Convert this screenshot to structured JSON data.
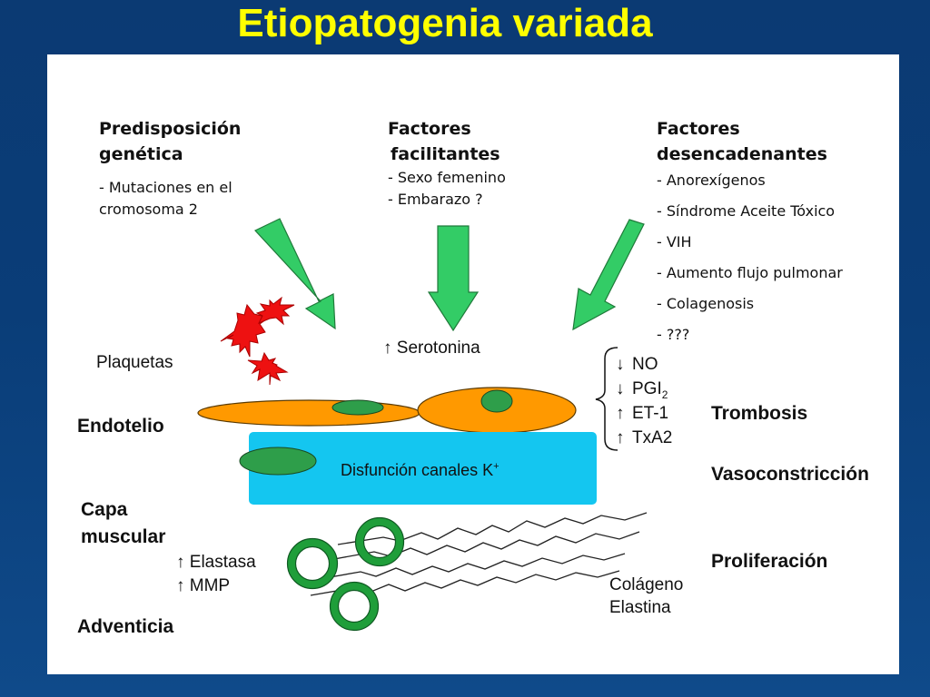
{
  "title": "Etiopatogenia variada",
  "columns": [
    {
      "heading_lines": [
        "Predisposición",
        "genética"
      ],
      "items": [
        "- Mutaciones en el",
        "cromosoma 2"
      ]
    },
    {
      "heading_lines": [
        "Factores",
        "facilitantes"
      ],
      "items": [
        "- Sexo femenino",
        "- Embarazo ?"
      ]
    },
    {
      "heading_lines": [
        "Factores",
        "desencadenantes"
      ],
      "items": [
        "- Anorexígenos",
        "- Síndrome Aceite Tóxico",
        "- VIH",
        "- Aumento flujo pulmonar",
        "- Colagenosis",
        "- ???"
      ]
    }
  ],
  "labels": {
    "plaquetas": "Plaquetas",
    "serotonina": "Serotonina",
    "endotelio": "Endotelio",
    "canales": "Disfunción canales K",
    "canales_sup": "+",
    "capa_line1": "Capa",
    "capa_line2": "muscular",
    "elastasa": "Elastasa",
    "mmp": "MMP",
    "colageno": "Colágeno",
    "elastina": "Elastina",
    "adventicia": "Adventicia"
  },
  "mediators": [
    {
      "arrow": "↓",
      "name": "NO",
      "sub": ""
    },
    {
      "arrow": "↓",
      "name": "PGI",
      "sub": "2"
    },
    {
      "arrow": "↑",
      "name": "ET-1",
      "sub": ""
    },
    {
      "arrow": "↑",
      "name": "TxA2",
      "sub": ""
    }
  ],
  "arrow_up": "↑",
  "outcomes": [
    "Trombosis",
    "Vasoconstricción",
    "Proliferación"
  ],
  "colors": {
    "title": "#ffff00",
    "arrow_green": "#33cc66",
    "cell_orange": "#ff9900",
    "nucleus_green": "#2e9e4a",
    "channel_blue": "#14c6f0",
    "platelet_red": "#ee1111",
    "ring_green": "#1f9e3a"
  }
}
